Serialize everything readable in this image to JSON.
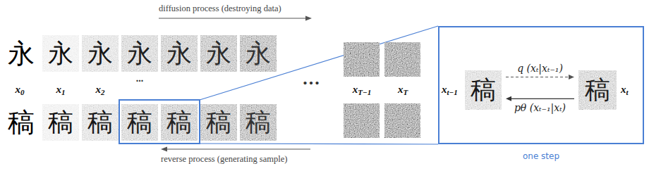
{
  "diagram": {
    "nodes": [
      {
        "text": [
          "永"
        ]
      },
      {
        "text": [
          "永"
        ]
      },
      {
        "text": [
          "永"
        ]
      },
      {
        "text": [
          "永"
        ]
      },
      {
        "text": [
          "永"
        ]
      },
      {
        "text": [
          "永"
        ]
      },
      {
        "text": [
          "永"
        ]
      },
      {
        "text": [
          "稿"
        ]
      },
      {
        "text": [
          "稿"
        ]
      },
      {
        "text": [
          "稿"
        ]
      },
      {
        "text": [
          "稿"
        ]
      },
      {
        "text": [
          "稿"
        ]
      },
      {
        "text": [
          "稿"
        ]
      },
      {
        "text": [
          "稿"
        ]
      },
      {
        "text": [
          "one step"
        ]
      },
      {
        "text": [
          "稿"
        ],
        "in": 14
      },
      {
        "text": [
          "稿"
        ],
        "in": 14
      }
    ],
    "edges": [
      {
        "from": 15,
        "to": 16,
        "label": "q (xₜ|xₜ₋₁)",
        "arrow": "to"
      },
      {
        "from": 16,
        "to": 15,
        "label": "pθ (xₜ₋₁|xₜ)",
        "arrow": "to"
      }
    ],
    "labels": [
      "diffusion process (destroying data)",
      "x0",
      "x1",
      "x2",
      "...",
      "...",
      "xT−1",
      "xT",
      "xt−1",
      "xt",
      "reverse process (generating sample)"
    ]
  }
}
